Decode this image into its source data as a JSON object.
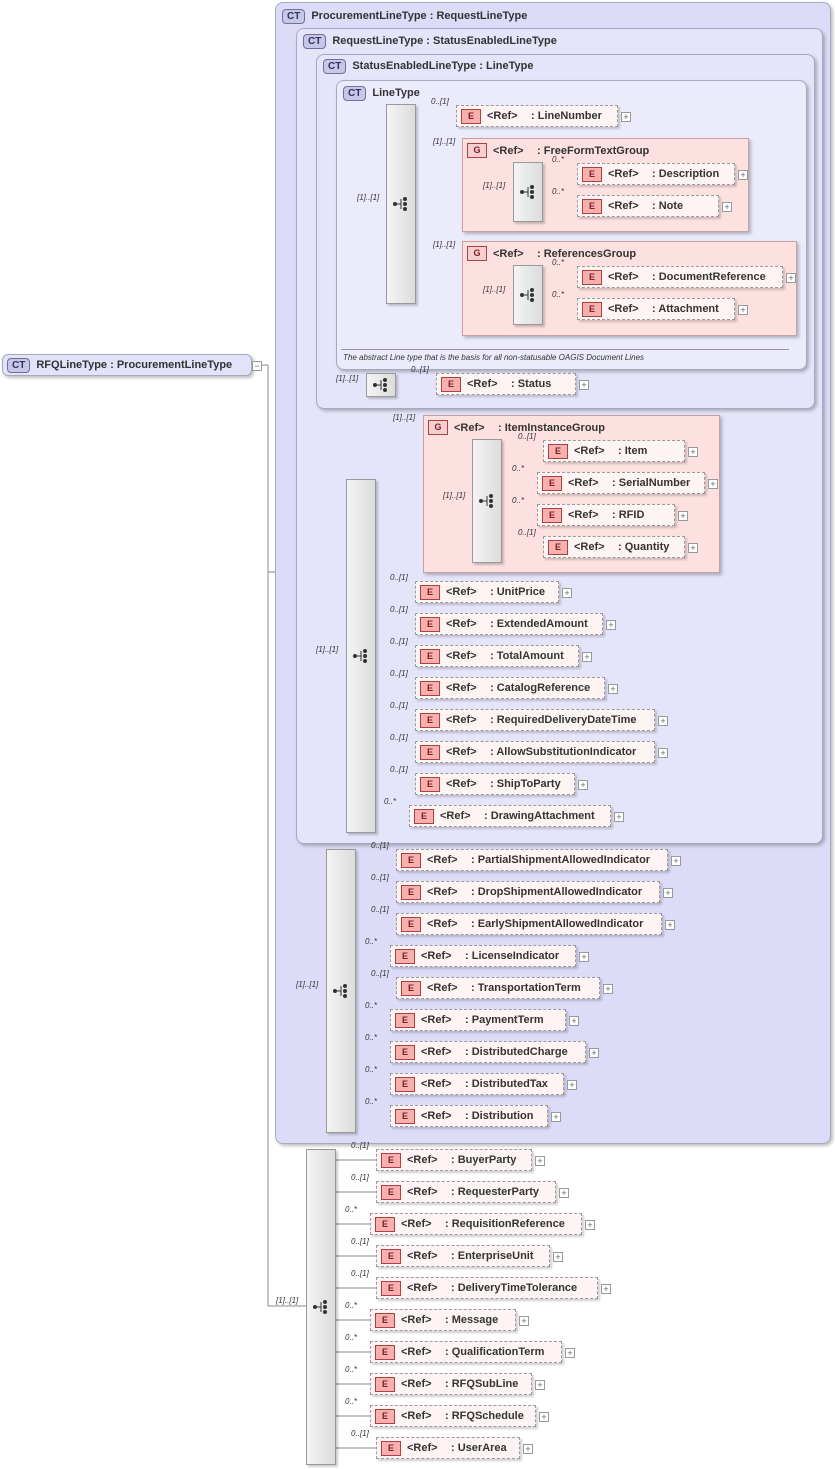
{
  "root": {
    "badge": "CT",
    "name": "RFQLineType",
    "base": "ProcurementLineType"
  },
  "types": {
    "procurement": {
      "badge": "CT",
      "name": "ProcurementLineType",
      "base": "RequestLineType"
    },
    "request": {
      "badge": "CT",
      "name": "RequestLineType",
      "base": "StatusEnabledLineType"
    },
    "status": {
      "badge": "CT",
      "name": "StatusEnabledLineType",
      "base": "LineType"
    },
    "line": {
      "badge": "CT",
      "name": "LineType"
    }
  },
  "ref_label": "<Ref>",
  "elem_badge": "E",
  "group_badge": "G",
  "line_doc": "The abstract Line type that is the basis for all non-statusable OAGIS Document Lines",
  "line_elements": [
    {
      "card": "0..[1]",
      "name": "LineNumber"
    }
  ],
  "free_form_group": {
    "card": "[1]..[1]",
    "name": "FreeFormTextGroup",
    "seq_card": "[1]..[1]",
    "elements": [
      {
        "card": "0..*",
        "name": "Description"
      },
      {
        "card": "0..*",
        "name": "Note"
      }
    ]
  },
  "references_group": {
    "card": "[1]..[1]",
    "name": "ReferencesGroup",
    "seq_card": "[1]..[1]",
    "elements": [
      {
        "card": "0..*",
        "name": "DocumentReference"
      },
      {
        "card": "0..*",
        "name": "Attachment"
      }
    ]
  },
  "line_seq_card": "[1]..[1]",
  "status_seq_card": "[1]..[1]",
  "status_elements": [
    {
      "card": "0..[1]",
      "name": "Status"
    }
  ],
  "item_group": {
    "card": "[1]..[1]",
    "name": "ItemInstanceGroup",
    "seq_card": "[1]..[1]",
    "elements": [
      {
        "card": "0..[1]",
        "name": "Item"
      },
      {
        "card": "0..*",
        "name": "SerialNumber"
      },
      {
        "card": "0..*",
        "name": "RFID"
      },
      {
        "card": "0..[1]",
        "name": "Quantity"
      }
    ]
  },
  "request_seq_card": "[1]..[1]",
  "request_elements": [
    {
      "card": "0..[1]",
      "name": "UnitPrice"
    },
    {
      "card": "0..[1]",
      "name": "ExtendedAmount"
    },
    {
      "card": "0..[1]",
      "name": "TotalAmount"
    },
    {
      "card": "0..[1]",
      "name": "CatalogReference"
    },
    {
      "card": "0..[1]",
      "name": "RequiredDeliveryDateTime"
    },
    {
      "card": "0..[1]",
      "name": "AllowSubstitutionIndicator"
    },
    {
      "card": "0..[1]",
      "name": "ShipToParty"
    },
    {
      "card": "0..*",
      "name": "DrawingAttachment"
    }
  ],
  "procurement_seq_card": "[1]..[1]",
  "procurement_elements": [
    {
      "card": "0..[1]",
      "name": "PartialShipmentAllowedIndicator"
    },
    {
      "card": "0..[1]",
      "name": "DropShipmentAllowedIndicator"
    },
    {
      "card": "0..[1]",
      "name": "EarlyShipmentAllowedIndicator"
    },
    {
      "card": "0..*",
      "name": "LicenseIndicator"
    },
    {
      "card": "0..[1]",
      "name": "TransportationTerm"
    },
    {
      "card": "0..*",
      "name": "PaymentTerm"
    },
    {
      "card": "0..*",
      "name": "DistributedCharge"
    },
    {
      "card": "0..*",
      "name": "DistributedTax"
    },
    {
      "card": "0..*",
      "name": "Distribution"
    }
  ],
  "rfq_seq_card": "[1]..[1]",
  "rfq_elements": [
    {
      "card": "0..[1]",
      "name": "BuyerParty"
    },
    {
      "card": "0..[1]",
      "name": "RequesterParty"
    },
    {
      "card": "0..*",
      "name": "RequisitionReference"
    },
    {
      "card": "0..[1]",
      "name": "EnterpriseUnit"
    },
    {
      "card": "0..[1]",
      "name": "DeliveryTimeTolerance"
    },
    {
      "card": "0..*",
      "name": "Message"
    },
    {
      "card": "0..*",
      "name": "QualificationTerm"
    },
    {
      "card": "0..*",
      "name": "RFQSubLine"
    },
    {
      "card": "0..*",
      "name": "RFQSchedule"
    },
    {
      "card": "0..[1]",
      "name": "UserArea"
    }
  ]
}
